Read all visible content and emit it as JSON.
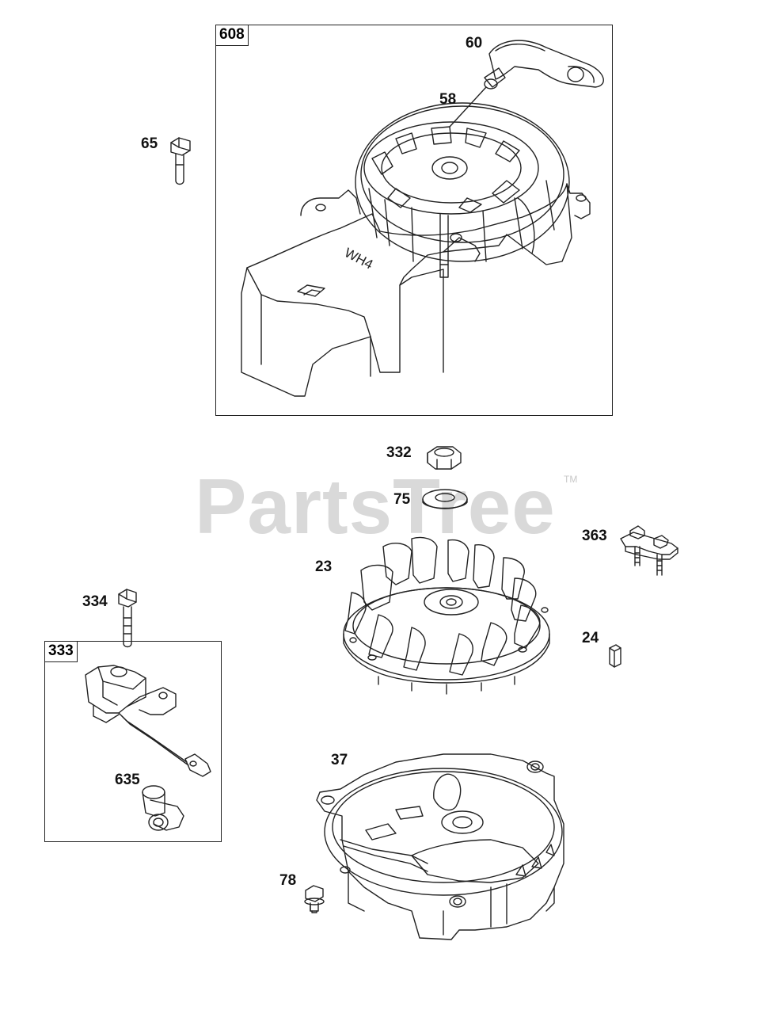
{
  "watermark": {
    "text": "PartsTree",
    "tm": "TM"
  },
  "callouts": {
    "c608": "608",
    "c60": "60",
    "c58": "58",
    "c65": "65",
    "c332": "332",
    "c75": "75",
    "c363": "363",
    "c23": "23",
    "c334": "334",
    "c333": "333",
    "c24": "24",
    "c37": "37",
    "c635": "635",
    "c78": "78"
  },
  "parts": {
    "blower_housing_stamp": "WH4"
  },
  "colors": {
    "line": "#222222",
    "watermark": "#d9d9d9"
  }
}
